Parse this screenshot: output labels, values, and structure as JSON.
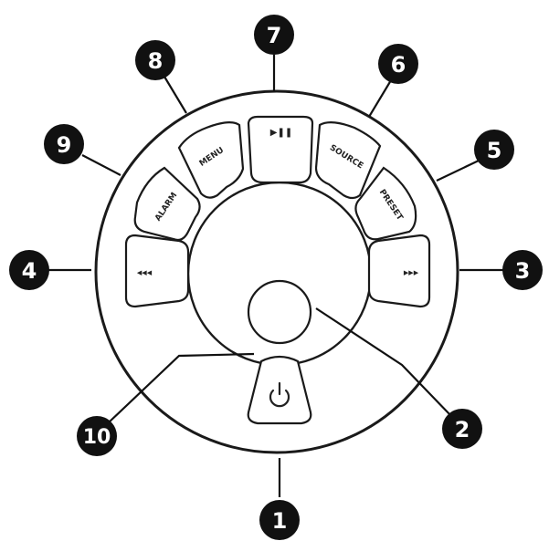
{
  "callouts": [
    {
      "n": "1"
    },
    {
      "n": "2"
    },
    {
      "n": "3"
    },
    {
      "n": "4"
    },
    {
      "n": "5"
    },
    {
      "n": "6"
    },
    {
      "n": "7"
    },
    {
      "n": "8"
    },
    {
      "n": "9"
    },
    {
      "n": "10"
    }
  ],
  "buttons": {
    "alarm": "ALARM",
    "menu": "MENU",
    "play_pause": "▶❚❚",
    "source": "SOURCE",
    "preset": "PRESET",
    "prev": "◀◀◀",
    "next": "▶▶▶",
    "power_icon": "power-icon"
  },
  "colors": {
    "callout_fill": "#111111",
    "outline": "#1a1a1a",
    "background": "#ffffff"
  }
}
